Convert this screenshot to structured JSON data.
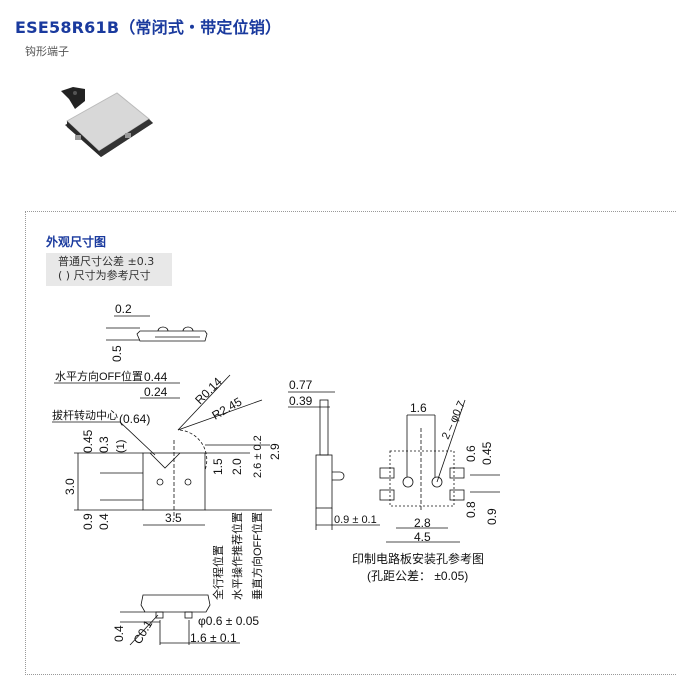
{
  "product": {
    "title": "ESE58R61B（常闭式・带定位销）",
    "subtitle": "钩形端子",
    "photo_alt": "product-photo"
  },
  "dimensions_section": {
    "title": "外观尺寸图",
    "notes": [
      "普通尺寸公差 ±0.3",
      "( ) 尺寸为参考尺寸"
    ]
  },
  "drawing": {
    "top_view": {
      "dim_a": "0.2",
      "dim_b": "0.5"
    },
    "front_view": {
      "label_horizontal_off": "水平方向OFF位置",
      "label_lever_center": "拔杆转动中心",
      "dims": {
        "d044": "0.44",
        "d024": "0.24",
        "r014": "R0.14",
        "r245": "R2.45",
        "d064": "(0.64)",
        "d045": "0.45",
        "d03": "0.3",
        "d1": "(1)",
        "d30": "3.0",
        "d09": "0.9",
        "d04": "0.4",
        "d35": "3.5",
        "d15": "1.5",
        "d20": "2.0",
        "d26": "2.6 ± 0.2",
        "d29": "2.9"
      },
      "vertical_labels": [
        "全行程位置",
        "水平操作推荐位置",
        "垂直方向OFF位置"
      ]
    },
    "bottom_view": {
      "d04": "0.4",
      "c01": "C0.1",
      "pin_dia": "φ0.6 ± 0.05",
      "pin_pitch": "1.6 ± 0.1"
    },
    "side_view": {
      "d077": "0.77",
      "d039": "0.39",
      "d09": "0.9 ± 0.1"
    },
    "pcb_layout": {
      "d16": "1.6",
      "hole": "2 – φ0.7",
      "d06": "0.6",
      "d045": "0.45",
      "d08": "0.8",
      "d09": "0.9",
      "d28": "2.8",
      "d45": "4.5",
      "caption": "印制电路板安装孔参考图",
      "caption_sub": "(孔距公差： ±0.05)"
    }
  }
}
